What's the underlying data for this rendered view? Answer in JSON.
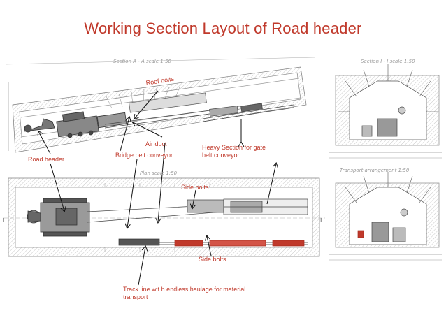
{
  "title": "Working Section Layout of Road header",
  "labels": {
    "roof_bolts": "Roof bolts",
    "air_duct": "Air duct",
    "bridge_belt_conveyor": "Bridge belt conveyor",
    "road_header": "Road header",
    "heavy_section": "Heavy Section for  gate\nbelt conveyor",
    "side_bolts_top": "Side bolts",
    "side_bolts_bottom": "Side bolts",
    "track_line": "Track line wit h endless haulage  for material\ntransport"
  },
  "drawing_text": {
    "section_aa": "Section  A - A  scale  1:50",
    "section_ii": "Section  I - I   scale  1:50",
    "plan": "Plan   scale  1:50",
    "transport": "Transport  arrangement    1:50"
  },
  "colors": {
    "annotation": "#c0392b",
    "drawing": "#555555",
    "hatch": "#bbbbbb"
  }
}
